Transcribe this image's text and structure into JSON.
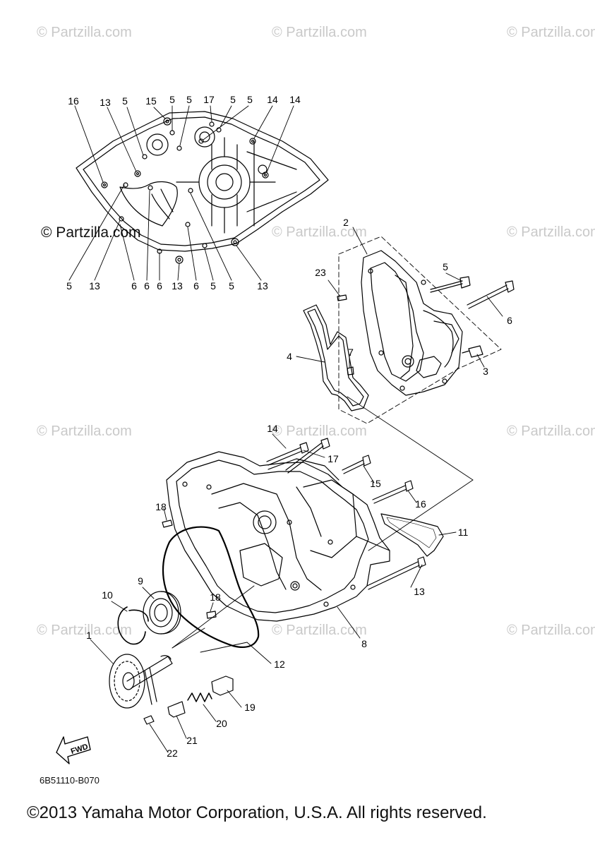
{
  "watermark_text": "© Partzilla.com",
  "watermark_bold": "© Partzilla.com",
  "diagram_code": "6B51110-B070",
  "copyright": "©2013 Yamaha Motor Corporation, U.S.A. All rights reserved.",
  "fwd_label": "FWD",
  "callouts": {
    "c1": "16",
    "c2": "13",
    "c3": "5",
    "c4": "15",
    "c5": "5",
    "c6": "5",
    "c7": "17",
    "c8": "5",
    "c9": "5",
    "c10": "14",
    "c11": "14",
    "c12": "5",
    "c13": "13",
    "c14": "6",
    "c15": "6",
    "c16": "6",
    "c17": "13",
    "c18": "6",
    "c19": "5",
    "c20": "5",
    "c21": "13",
    "c22": "2",
    "c23": "23",
    "c24": "5",
    "c25": "6",
    "c26": "4",
    "c27": "7",
    "c28": "3",
    "c29": "14",
    "c30": "17",
    "c31": "15",
    "c32": "16",
    "c33": "18",
    "c34": "11",
    "c35": "13",
    "c36": "9",
    "c37": "10",
    "c38": "18",
    "c39": "8",
    "c40": "1",
    "c41": "12",
    "c42": "19",
    "c43": "20",
    "c44": "21",
    "c45": "22"
  }
}
